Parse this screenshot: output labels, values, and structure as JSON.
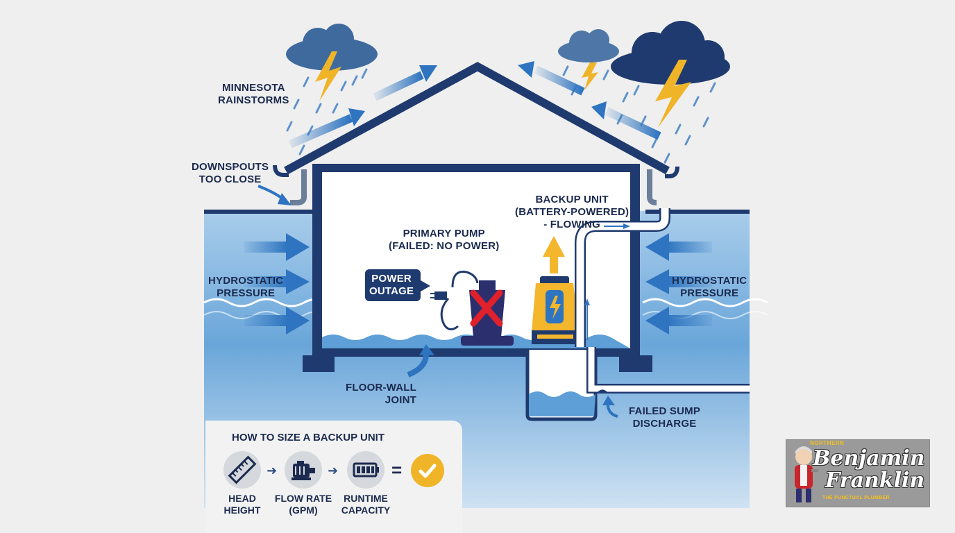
{
  "labels": {
    "rainstorms": [
      "MINNESOTA",
      "RAINSTORMS"
    ],
    "downspouts": [
      "DOWNSPOUTS",
      "TOO CLOSE"
    ],
    "hydrostatic_left": [
      "HYDROSTATIC",
      "PRESSURE"
    ],
    "hydrostatic_right": [
      "HYDROSTATIC",
      "PRESSURE"
    ],
    "primary_pump": [
      "PRIMARY PUMP",
      "(FAILED: NO POWER)"
    ],
    "power_outage": [
      "POWER",
      "OUTAGE"
    ],
    "backup_unit": [
      "BACKUP UNIT",
      "(BATTERY-POWERED)",
      "- FLOWING"
    ],
    "floor_wall": [
      "FLOOR-WALL",
      "JOINT"
    ],
    "failed_discharge": [
      "FAILED SUMP",
      "DISCHARGE"
    ]
  },
  "sizing": {
    "title": "HOW TO SIZE A BACKUP UNIT",
    "steps": [
      {
        "lines": [
          "HEAD",
          "HEIGHT"
        ],
        "icon": "ruler-icon"
      },
      {
        "lines": [
          "FLOW RATE",
          "(GPM)"
        ],
        "icon": "motor-icon"
      },
      {
        "lines": [
          "RUNTIME",
          "CAPACITY"
        ],
        "icon": "battery-icon"
      }
    ],
    "equals": "=",
    "result_icon": "check-icon"
  },
  "logo": {
    "top": "NORTHERN",
    "name_line1": "Benjamin",
    "name_line2": "Franklin",
    "tagline": "THE PUNCTUAL PLUMBER"
  },
  "colors": {
    "navy": "#1b2a4e",
    "house": "#1f3a6e",
    "water_light": "#bcd8ef",
    "water_mid": "#5d9fd6",
    "water_deep": "#2a6fba",
    "arrow": "#2e74c0",
    "bolt": "#f0b429",
    "failed_x": "#e0202a",
    "backup_yellow": "#f3b62c"
  }
}
